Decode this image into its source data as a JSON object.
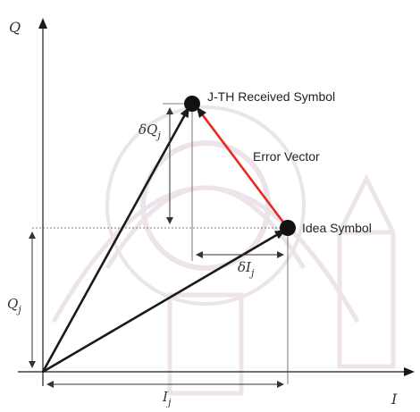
{
  "axes": {
    "q_axis_label": "Q",
    "i_axis_label": "I"
  },
  "points": {
    "received_label": "J-TH Received Symbol",
    "ideal_label": "Idea Symbol"
  },
  "vectors": {
    "error_label": "Error Vector"
  },
  "dimensions": {
    "delta_q": "δQ",
    "delta_q_sub": "j",
    "delta_i": "δI",
    "delta_i_sub": "j",
    "q_j": "Q",
    "q_j_sub": "j",
    "i_j": "I",
    "i_j_sub": "j"
  },
  "colors": {
    "vector": "#1a1a1a",
    "error_vector": "#e8271e",
    "point": "#111111",
    "guide": "#555555",
    "watermark": "#ece4ea"
  }
}
